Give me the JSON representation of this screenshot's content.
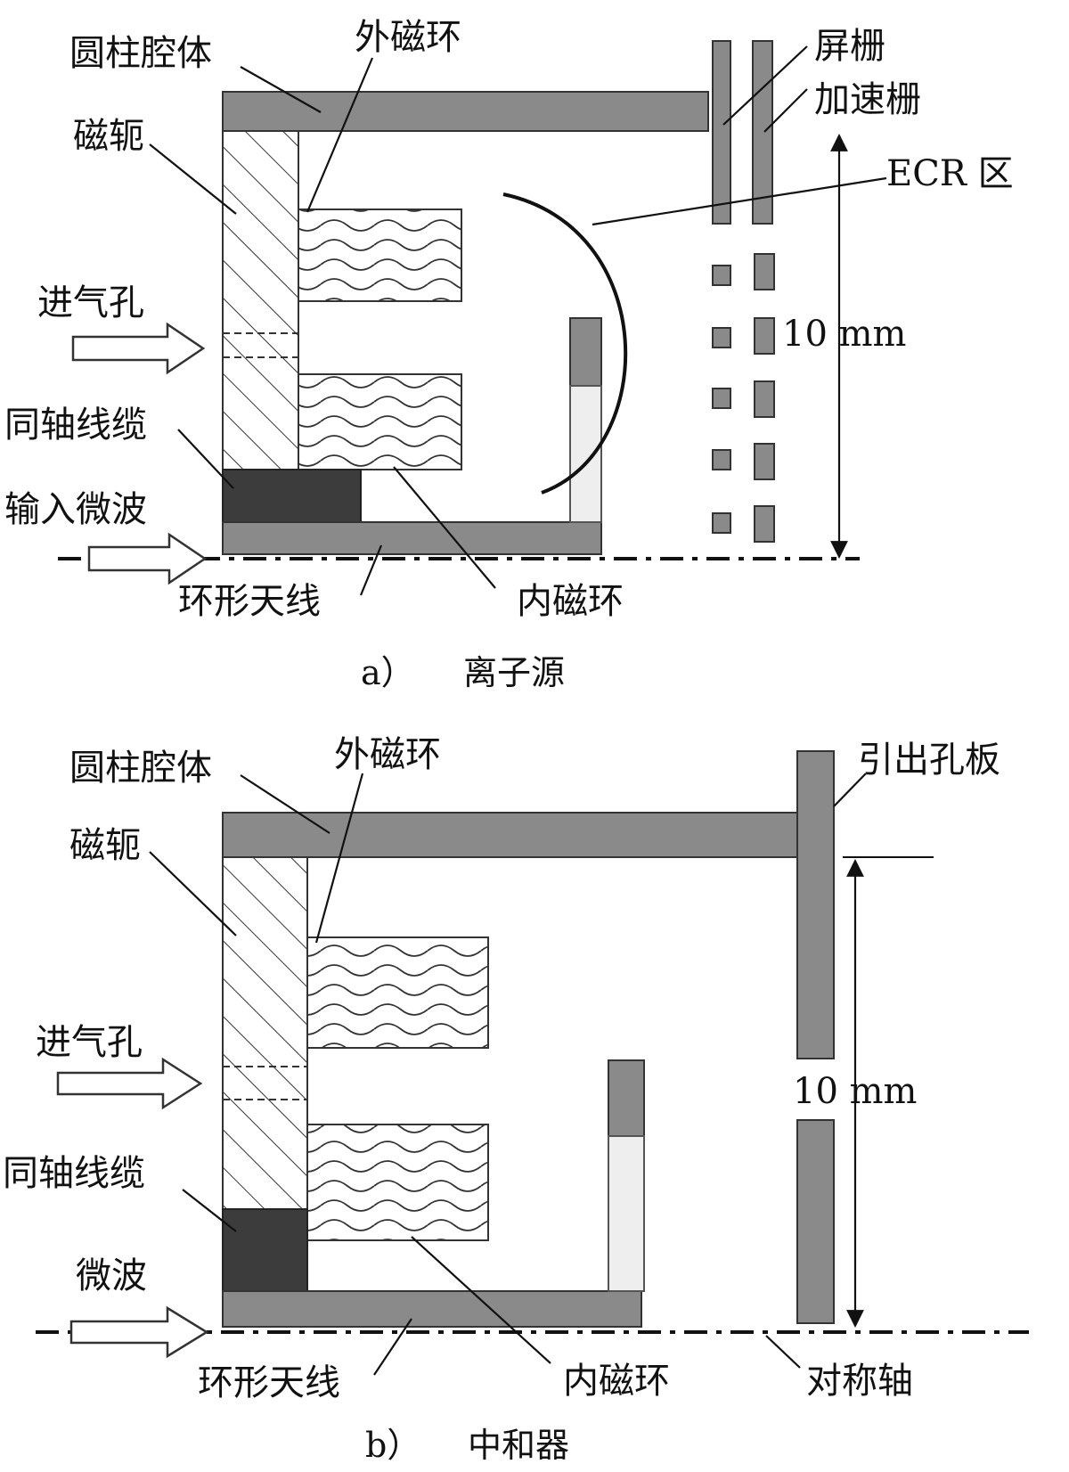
{
  "panel_a": {
    "caption_letter": "a）",
    "caption_title": "离子源",
    "labels": {
      "cavity": "圆柱腔体",
      "outer_magnet": "外磁环",
      "yoke": "磁轭",
      "screen_grid": "屏栅",
      "accel_grid": "加速栅",
      "ecr_zone": "ECR 区",
      "gas_inlet": "进气孔",
      "coax_cable": "同轴线缆",
      "microwave_input": "输入微波",
      "dimension": "10 mm",
      "ring_antenna": "环形天线",
      "inner_magnet": "内磁环"
    }
  },
  "panel_b": {
    "caption_letter": "b）",
    "caption_title": "中和器",
    "labels": {
      "cavity": "圆柱腔体",
      "outer_magnet": "外磁环",
      "extraction_plate": "引出孔板",
      "yoke": "磁轭",
      "gas_inlet": "进气孔",
      "dimension": "10 mm",
      "coax_cable": "同轴线缆",
      "microwave": "微波",
      "ring_antenna": "环形天线",
      "inner_magnet": "内磁环",
      "symmetry_axis": "对称轴"
    }
  },
  "colors": {
    "metal": "#8a8a8a",
    "coax": "#3c3c3c",
    "insulator": "#eeeeee",
    "line": "#111111"
  }
}
